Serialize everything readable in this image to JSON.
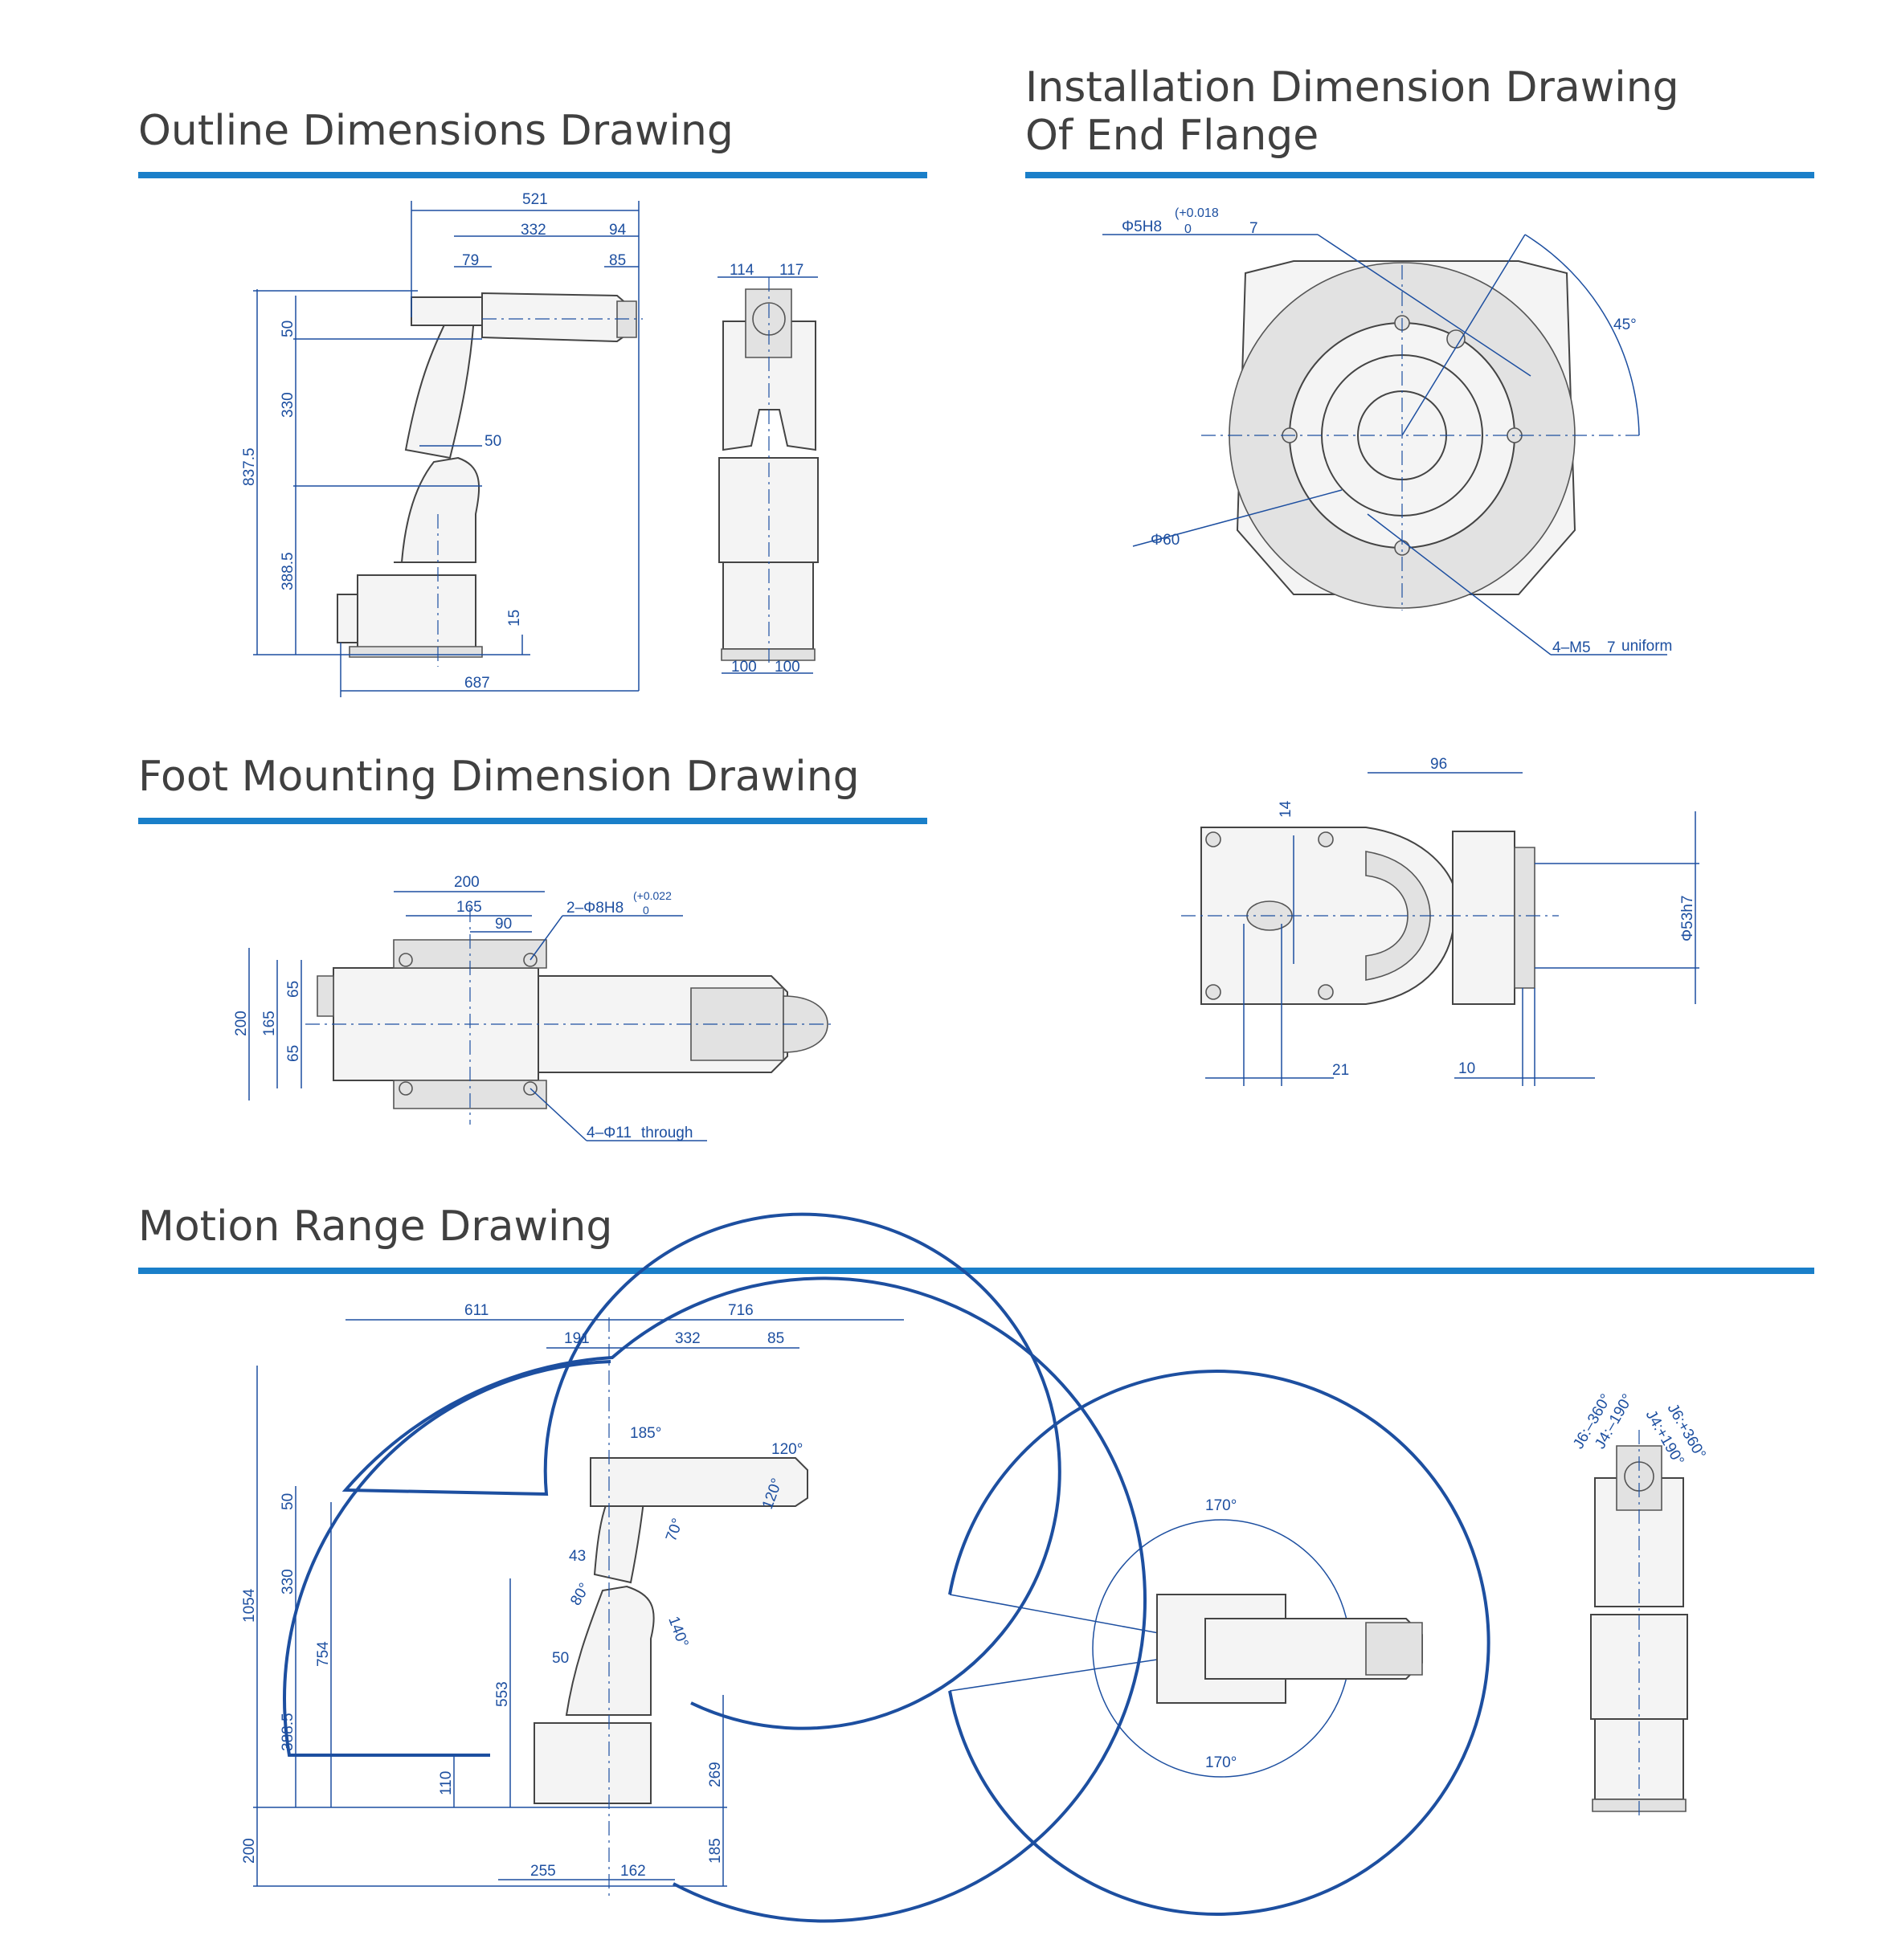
{
  "sections": {
    "outline": "Outline Dimensions Drawing",
    "flange_line1": "Installation Dimension Drawing",
    "flange_line2": "Of End Flange",
    "foot": "Foot Mounting Dimension Drawing",
    "motion": "Motion Range Drawing"
  },
  "colors": {
    "accent": "#1a7fc9",
    "dimension": "#1d4fa0",
    "title": "#404040"
  },
  "outline_dims": {
    "d521": "521",
    "d332": "332",
    "d94": "94",
    "d79": "79",
    "d85": "85",
    "d50a": "50",
    "d330": "330",
    "d837": "837.5",
    "d50b": "50",
    "d388": "388.5",
    "d15": "15",
    "d687": "687",
    "d114": "114",
    "d117": "117",
    "d100a": "100",
    "d100b": "100"
  },
  "flange_dims": {
    "phi5": "Φ5H8",
    "tol_hi": "(+0.018",
    "tol_lo": "0",
    "depth7": "7",
    "angle45": "45°",
    "phi60": "Φ60",
    "m5": "4–M5",
    "m5_depth": "7",
    "uniform": "uniform",
    "d96": "96",
    "d14": "14",
    "phi53": "Φ53h7",
    "d21": "21",
    "d10": "10"
  },
  "foot_dims": {
    "d200a": "200",
    "d165a": "165",
    "d90": "90",
    "pin": "2–Φ8H8",
    "pin_hi": "(+0.022",
    "pin_lo": "0",
    "d200b": "200",
    "d165b": "165",
    "d65a": "65",
    "d65b": "65",
    "holes": "4–Φ11",
    "through": "through"
  },
  "motion_dims": {
    "d611": "611",
    "d716": "716",
    "d191": "191",
    "d332": "332",
    "d85": "85",
    "a185": "185°",
    "a120a": "120°",
    "a120b": "120°",
    "a70": "70°",
    "d43": "43",
    "a80": "80°",
    "a140": "140°",
    "d50a": "50",
    "d330": "330",
    "d1054": "1054",
    "d754": "754",
    "d50b": "50",
    "d553": "553",
    "d388": "388.5",
    "d110": "110",
    "d269": "269",
    "d200": "200",
    "d185": "185",
    "d255": "255",
    "d162": "162",
    "a170a": "170°",
    "a170b": "170°",
    "j6neg": "J6:–360°",
    "j4neg": "J4:–190°",
    "j4pos": "J4:+190°",
    "j6pos": "J6:+360°"
  }
}
